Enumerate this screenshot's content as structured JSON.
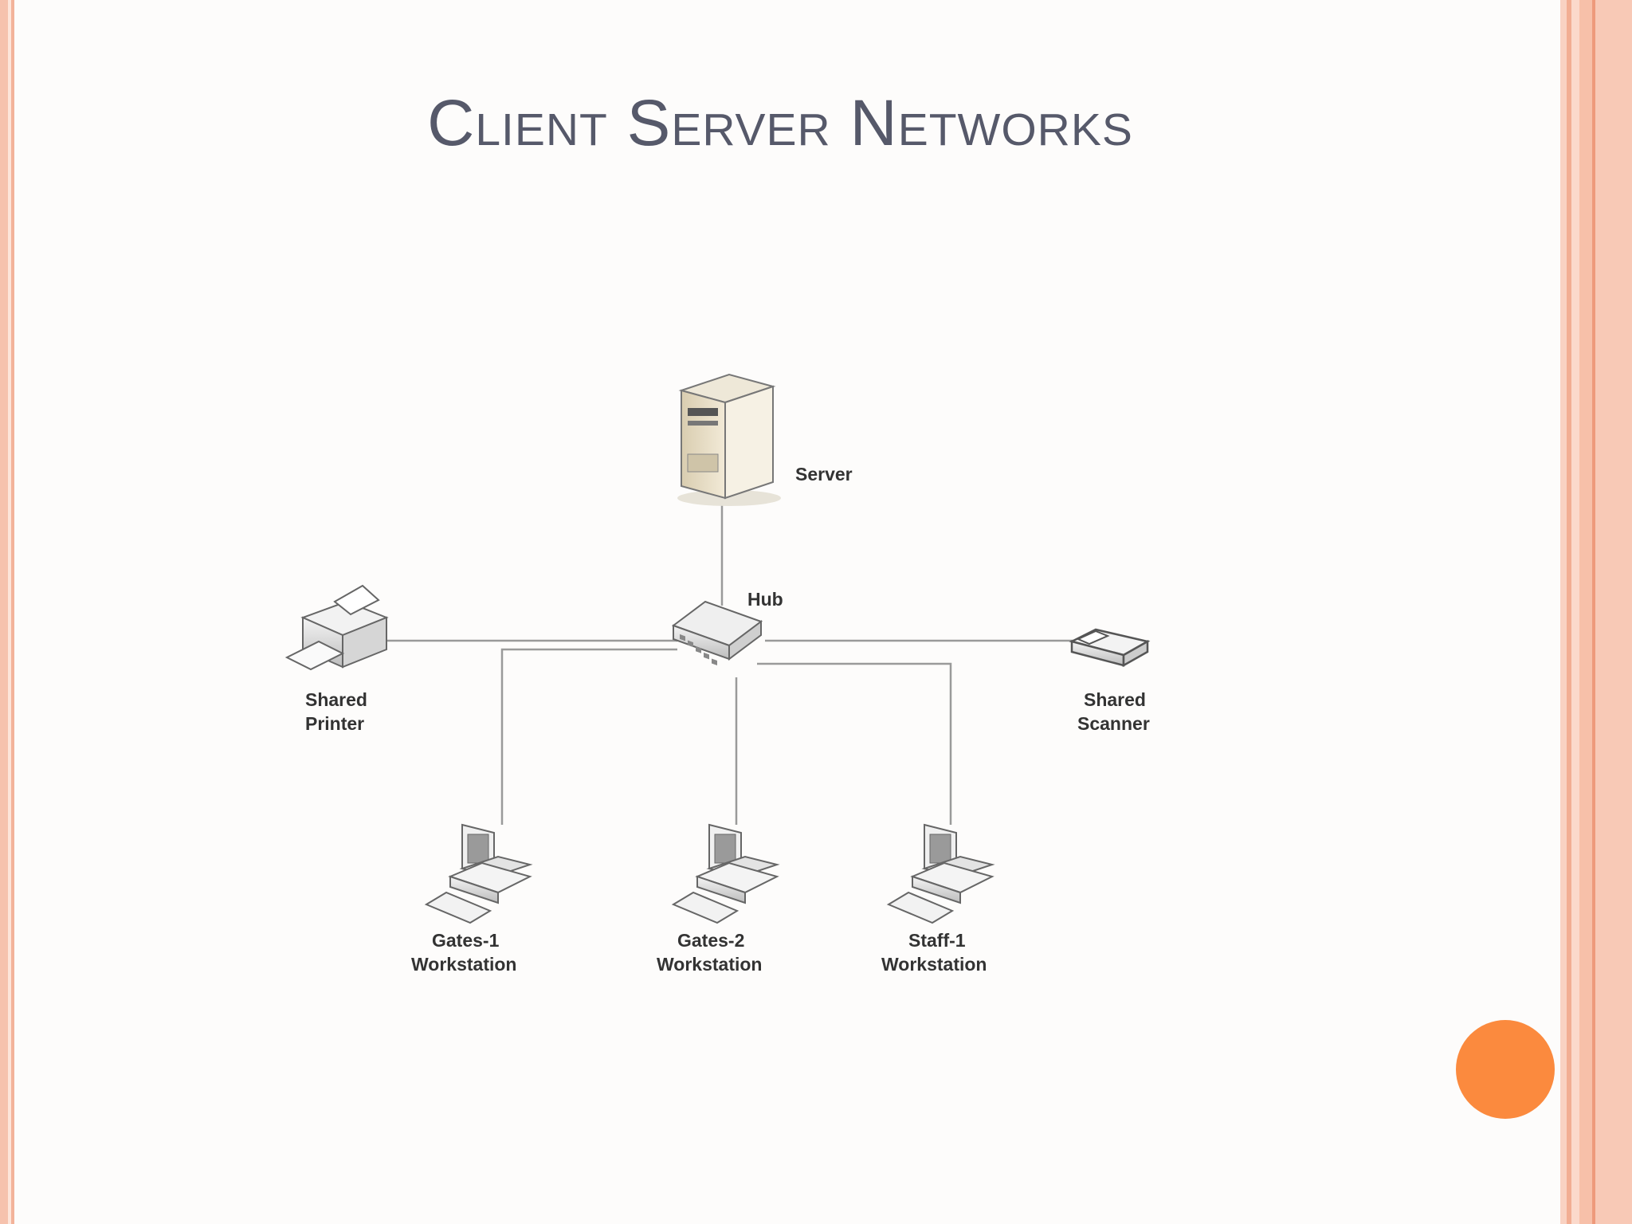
{
  "slide": {
    "title": "Client Server Networks",
    "accent_color": "#fb8a3e",
    "border_color": "#f6c2ad"
  },
  "diagram": {
    "nodes": {
      "server": {
        "label": "Server",
        "icon": "server-tower-icon"
      },
      "hub": {
        "label": "Hub",
        "icon": "network-hub-icon"
      },
      "printer": {
        "label_line1": "Shared",
        "label_line2": "Printer",
        "icon": "printer-icon"
      },
      "scanner": {
        "label_line1": "Shared",
        "label_line2": "Scanner",
        "icon": "scanner-icon"
      },
      "ws1": {
        "label_line1": "Gates-1",
        "label_line2": "Workstation",
        "icon": "workstation-icon"
      },
      "ws2": {
        "label_line1": "Gates-2",
        "label_line2": "Workstation",
        "icon": "workstation-icon"
      },
      "ws3": {
        "label_line1": "Staff-1",
        "label_line2": "Workstation",
        "icon": "workstation-icon"
      }
    },
    "links": [
      [
        "hub",
        "server"
      ],
      [
        "hub",
        "printer"
      ],
      [
        "hub",
        "scanner"
      ],
      [
        "hub",
        "ws1"
      ],
      [
        "hub",
        "ws2"
      ],
      [
        "hub",
        "ws3"
      ]
    ]
  }
}
